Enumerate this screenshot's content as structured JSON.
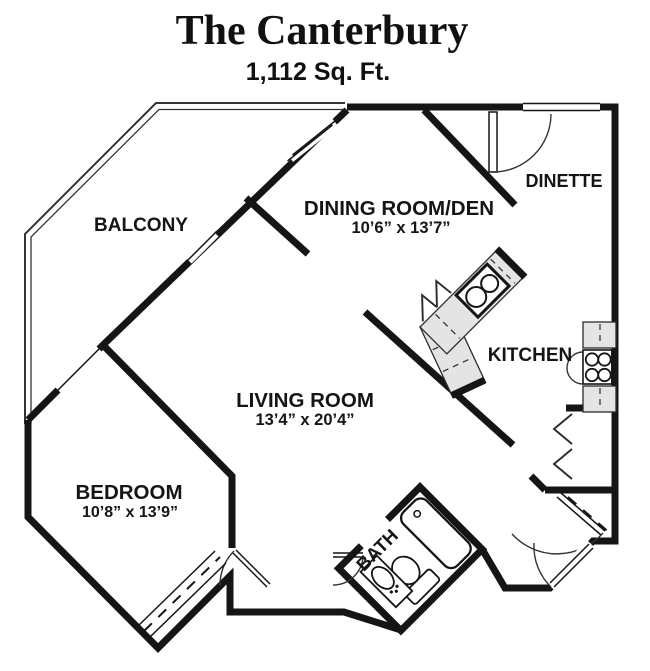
{
  "header": {
    "title": "The Canterbury",
    "subtitle": "1,112 Sq. Ft."
  },
  "rooms": {
    "balcony": {
      "label": "BALCONY"
    },
    "dining": {
      "label": "DINING ROOM/DEN",
      "dims": "10’6” x 13’7”"
    },
    "dinette": {
      "label": "DINETTE"
    },
    "kitchen": {
      "label": "KITCHEN"
    },
    "living": {
      "label": "LIVING ROOM",
      "dims": "13’4” x 20’4”"
    },
    "bedroom": {
      "label": "BEDROOM",
      "dims": "10’8” x 13’9”"
    },
    "bath": {
      "label": "BATH"
    }
  },
  "colors": {
    "wall": "#151515",
    "counter": "#e4e4e4",
    "background": "#ffffff"
  }
}
